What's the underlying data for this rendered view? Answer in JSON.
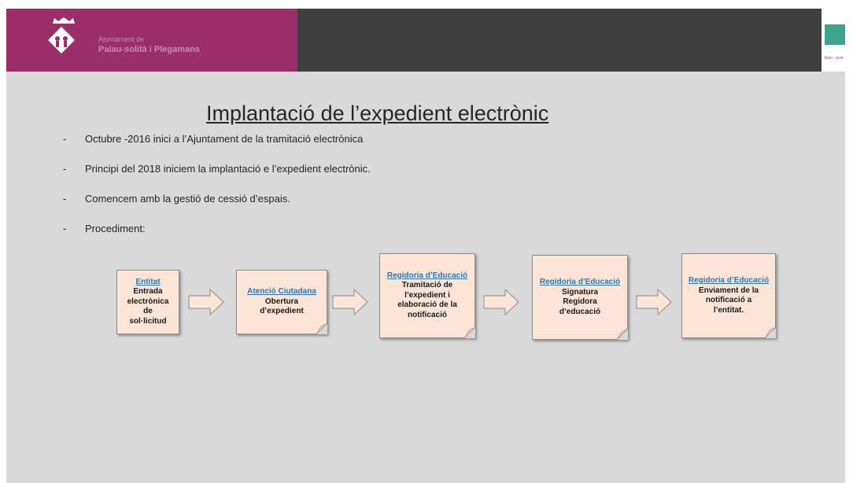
{
  "header": {
    "org_line1": "Ajuntament de",
    "org_line2": "Palau-solità i Plegamans",
    "colors": {
      "brand": "#9a2f6a",
      "dark": "#3f3f3f",
      "side_logo": "#3ea48e"
    },
    "side_logo_text": "Eixo · ecm"
  },
  "slide": {
    "title": "Implantació de l’expedient electrònic",
    "bullets": [
      "Octubre -2016  inici a l’Ajuntament de la tramitació electrònica",
      "Principi del 2018 iniciem la implantació e l’expedient electrònic.",
      "Comencem amb la gestió de cessió d’espais.",
      "Procediment:"
    ]
  },
  "process": [
    {
      "head": "Entitat",
      "body": "Entrada\nelectrònica\nde\nsol·licitud"
    },
    {
      "head": "Atenció Ciutadana",
      "body": "Obertura\nd’expedient"
    },
    {
      "head": "Regidoria d’Educació",
      "body": "Tramitació de\nl’expedient i\nelaboració de la\nnotificació"
    },
    {
      "head": "Regidoria d’Educació",
      "body": "Signatura\nRegidora\nd’educació"
    },
    {
      "head": "Regidoria d’Educació",
      "body": "Enviament de la\nnotificació a\nl’entitat."
    }
  ]
}
